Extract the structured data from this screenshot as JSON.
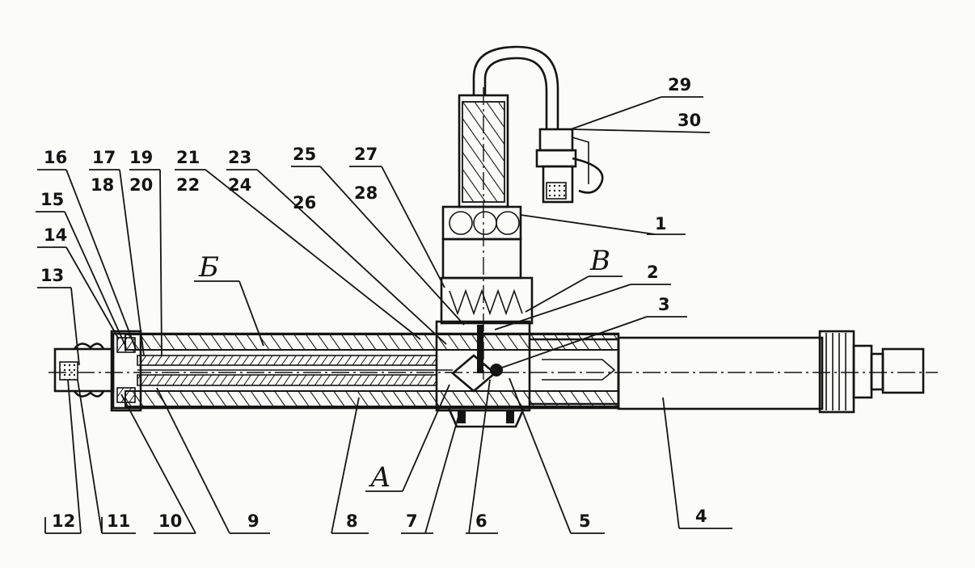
{
  "callouts": {
    "n1": "1",
    "n2": "2",
    "n3": "3",
    "n4": "4",
    "n5": "5",
    "n6": "6",
    "n7": "7",
    "n8": "8",
    "n9": "9",
    "n10": "10",
    "n11": "11",
    "n12": "12",
    "n13": "13",
    "n14": "14",
    "n15": "15",
    "n16": "16",
    "n17": "17",
    "n18": "18",
    "n19": "19",
    "n20": "20",
    "n21": "21",
    "n22": "22",
    "n23": "23",
    "n24": "24",
    "n25": "25",
    "n26": "26",
    "n27": "27",
    "n28": "28",
    "n29": "29",
    "n30": "30"
  },
  "section_letters": {
    "b": "Б",
    "v": "В",
    "a": "А"
  }
}
